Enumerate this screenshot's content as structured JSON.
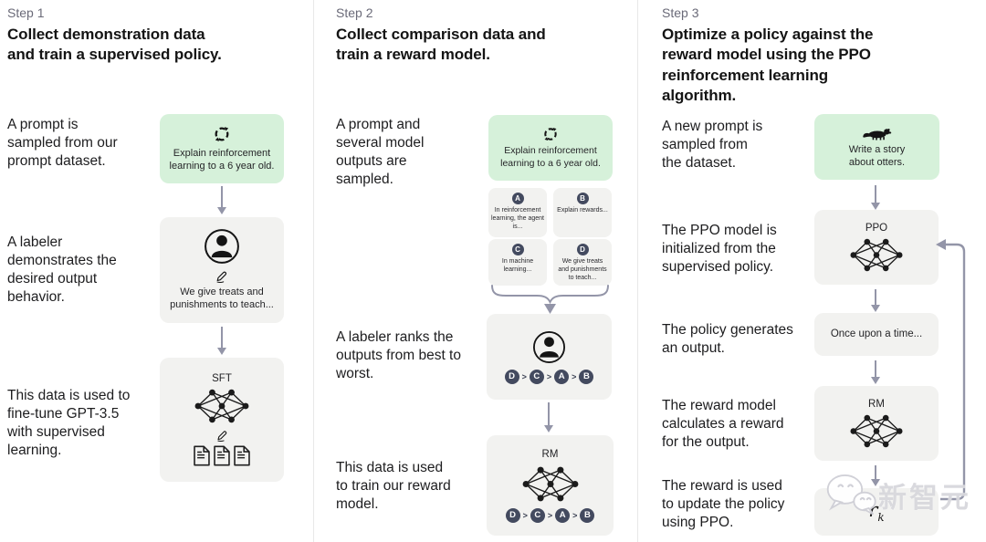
{
  "colors": {
    "green_box": "#d6f1da",
    "gray_box": "#f2f2f0",
    "arrow": "#9395a8",
    "dark_badge": "#434a5f",
    "step_label": "#6a6a78"
  },
  "step1": {
    "label": "Step 1",
    "heading": "Collect demonstration data and train a supervised policy.",
    "para1": "A prompt is sampled from our prompt dataset.",
    "prompt_box_text": "Explain reinforcement learning to a 6 year old.",
    "para2": "A labeler demonstrates the desired output behavior.",
    "labeler_box_text": "We give treats and punishments to teach...",
    "para3": "This data is used to fine-tune GPT-3.5 with supervised learning.",
    "model_label": "SFT"
  },
  "step2": {
    "label": "Step 2",
    "heading": "Collect comparison data and train a reward model.",
    "para1": "A prompt and several model outputs are sampled.",
    "prompt_box_text": "Explain reinforcement learning to a 6 year old.",
    "outputs": [
      {
        "letter": "A",
        "text": "In reinforcement learning, the agent is..."
      },
      {
        "letter": "B",
        "text": "Explain rewards..."
      },
      {
        "letter": "C",
        "text": "In machine learning..."
      },
      {
        "letter": "D",
        "text": "We give treats and punishments to teach..."
      }
    ],
    "para2": "A labeler ranks the outputs from best to worst.",
    "ranking": [
      "D",
      "C",
      "A",
      "B"
    ],
    "ranking_separator": ">",
    "para3": "This data is used to train our reward model.",
    "model_label": "RM"
  },
  "step3": {
    "label": "Step 3",
    "heading": "Optimize a policy against the reward model using the PPO reinforcement learning algorithm.",
    "para1": "A new prompt is sampled from the dataset.",
    "prompt_box_text": "Write a story about otters.",
    "para2": "The PPO model is initialized from the supervised policy.",
    "ppo_label": "PPO",
    "para3": "The policy generates an output.",
    "output_box_text": "Once upon a time...",
    "para4": "The reward model calculates a reward for the output.",
    "rm_label": "RM",
    "para5": "The reward is used to update the policy using PPO.",
    "reward_symbol": "r",
    "reward_subscript": "k"
  },
  "watermark": {
    "text": "新智元"
  }
}
